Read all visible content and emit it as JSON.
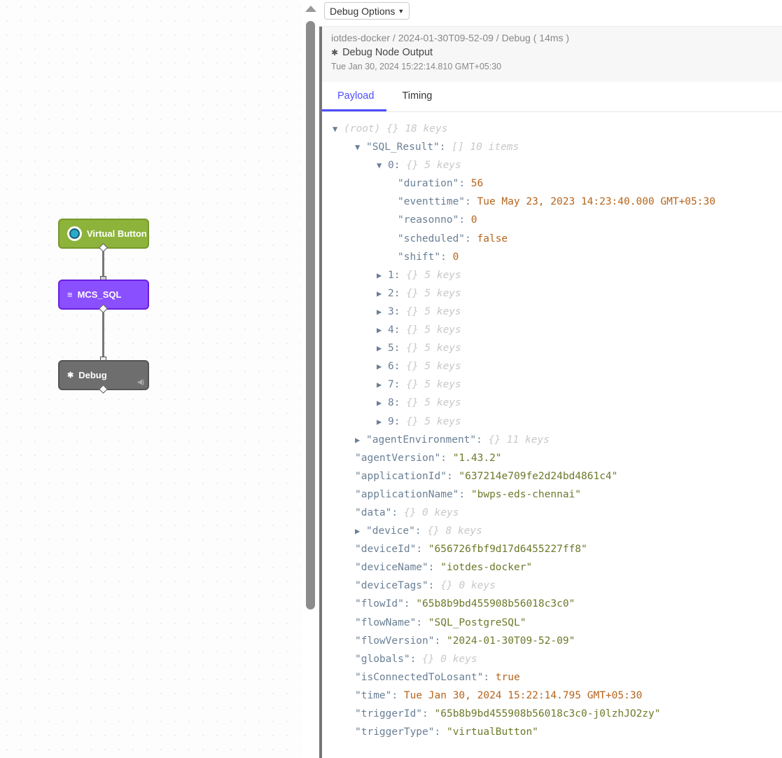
{
  "flow": {
    "nodes": [
      {
        "label": "Virtual Button",
        "color": "#8db33a"
      },
      {
        "label": "MCS_SQL",
        "color": "#8a4fff"
      },
      {
        "label": "Debug",
        "color": "#6e6e6e"
      }
    ]
  },
  "toolbar": {
    "debug_options": "Debug Options"
  },
  "header": {
    "breadcrumb": "iotdes-docker / 2024-01-30T09-52-09 / Debug ( 14ms )",
    "title": "Debug Node Output",
    "timestamp": "Tue Jan 30, 2024 15:22:14.810 GMT+05:30"
  },
  "tabs": [
    {
      "label": "Payload",
      "active": true
    },
    {
      "label": "Timing",
      "active": false
    }
  ],
  "tree": [
    {
      "lvl": 0,
      "tog": "▼",
      "key": "(root)",
      "meta": "{} 18 keys",
      "root": true
    },
    {
      "lvl": 1,
      "tog": "▼",
      "key": "\"SQL_Result\"",
      "meta": "[] 10 items"
    },
    {
      "lvl": 2,
      "tog": "▼",
      "key": "0",
      "meta": "{} 5 keys"
    },
    {
      "lvl": 3,
      "key": "\"duration\"",
      "val": "56",
      "t": "n"
    },
    {
      "lvl": 3,
      "key": "\"eventtime\"",
      "val": "Tue May 23, 2023 14:23:40.000 GMT+05:30",
      "t": "n"
    },
    {
      "lvl": 3,
      "key": "\"reasonno\"",
      "val": "0",
      "t": "n"
    },
    {
      "lvl": 3,
      "key": "\"scheduled\"",
      "val": "false",
      "t": "n"
    },
    {
      "lvl": 3,
      "key": "\"shift\"",
      "val": "0",
      "t": "n"
    },
    {
      "lvl": 2,
      "tog": "▶",
      "key": "1",
      "meta": "{} 5 keys"
    },
    {
      "lvl": 2,
      "tog": "▶",
      "key": "2",
      "meta": "{} 5 keys"
    },
    {
      "lvl": 2,
      "tog": "▶",
      "key": "3",
      "meta": "{} 5 keys"
    },
    {
      "lvl": 2,
      "tog": "▶",
      "key": "4",
      "meta": "{} 5 keys"
    },
    {
      "lvl": 2,
      "tog": "▶",
      "key": "5",
      "meta": "{} 5 keys"
    },
    {
      "lvl": 2,
      "tog": "▶",
      "key": "6",
      "meta": "{} 5 keys"
    },
    {
      "lvl": 2,
      "tog": "▶",
      "key": "7",
      "meta": "{} 5 keys"
    },
    {
      "lvl": 2,
      "tog": "▶",
      "key": "8",
      "meta": "{} 5 keys"
    },
    {
      "lvl": 2,
      "tog": "▶",
      "key": "9",
      "meta": "{} 5 keys"
    },
    {
      "lvl": 1,
      "tog": "▶",
      "key": "\"agentEnvironment\"",
      "meta": "{} 11 keys"
    },
    {
      "lvl": 1,
      "key": "\"agentVersion\"",
      "val": "\"1.43.2\"",
      "t": "s"
    },
    {
      "lvl": 1,
      "key": "\"applicationId\"",
      "val": "\"637214e709fe2d24bd4861c4\"",
      "t": "s"
    },
    {
      "lvl": 1,
      "key": "\"applicationName\"",
      "val": "\"bwps-eds-chennai\"",
      "t": "s"
    },
    {
      "lvl": 1,
      "key": "\"data\"",
      "meta": "{} 0 keys"
    },
    {
      "lvl": 1,
      "tog": "▶",
      "key": "\"device\"",
      "meta": "{} 8 keys"
    },
    {
      "lvl": 1,
      "key": "\"deviceId\"",
      "val": "\"656726fbf9d17d6455227ff8\"",
      "t": "s"
    },
    {
      "lvl": 1,
      "key": "\"deviceName\"",
      "val": "\"iotdes-docker\"",
      "t": "s"
    },
    {
      "lvl": 1,
      "key": "\"deviceTags\"",
      "meta": "{} 0 keys"
    },
    {
      "lvl": 1,
      "key": "\"flowId\"",
      "val": "\"65b8b9bd455908b56018c3c0\"",
      "t": "s"
    },
    {
      "lvl": 1,
      "key": "\"flowName\"",
      "val": "\"SQL_PostgreSQL\"",
      "t": "s"
    },
    {
      "lvl": 1,
      "key": "\"flowVersion\"",
      "val": "\"2024-01-30T09-52-09\"",
      "t": "s"
    },
    {
      "lvl": 1,
      "key": "\"globals\"",
      "meta": "{} 0 keys"
    },
    {
      "lvl": 1,
      "key": "\"isConnectedToLosant\"",
      "val": "true",
      "t": "n"
    },
    {
      "lvl": 1,
      "key": "\"time\"",
      "val": "Tue Jan 30, 2024 15:22:14.795 GMT+05:30",
      "t": "n"
    },
    {
      "lvl": 1,
      "key": "\"triggerId\"",
      "val": "\"65b8b9bd455908b56018c3c0-j0lzhJO2zy\"",
      "t": "s"
    },
    {
      "lvl": 1,
      "key": "\"triggerType\"",
      "val": "\"virtualButton\"",
      "t": "s"
    }
  ]
}
